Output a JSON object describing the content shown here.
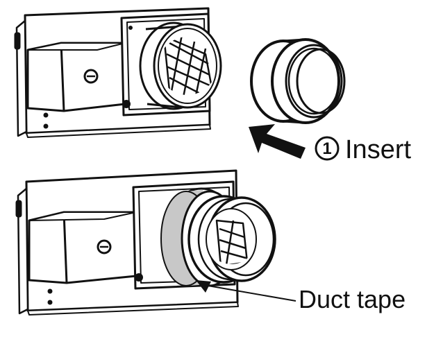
{
  "steps": [
    {
      "number": "1",
      "label": "Insert"
    }
  ],
  "callouts": [
    {
      "label": "Duct tape"
    }
  ],
  "colors": {
    "line": "#111111",
    "tape": "#c8c8c8",
    "background": "#ffffff"
  }
}
